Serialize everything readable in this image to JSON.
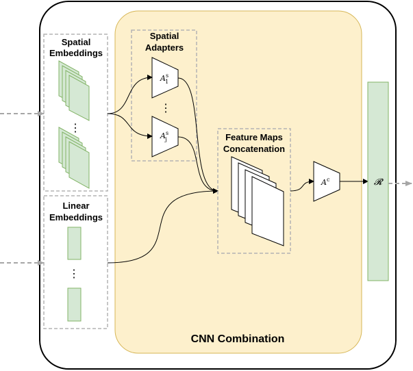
{
  "diagram": {
    "title": "CNN Combination",
    "groups": {
      "spatial_embeddings": {
        "line1": "Spatial",
        "line2": "Embeddings"
      },
      "linear_embeddings": {
        "line1": "Linear",
        "line2": "Embeddings"
      },
      "spatial_adapters": {
        "line1": "Spatial",
        "line2": "Adapters"
      },
      "feature_maps": {
        "line1": "Feature Maps",
        "line2": "Concatenation"
      }
    },
    "adapters": [
      {
        "base": "A",
        "sup": "s",
        "sub": "1"
      },
      {
        "base": "A",
        "sup": "s",
        "sub": "j"
      }
    ],
    "combiner": {
      "base": "A",
      "sup": "c"
    },
    "output": {
      "symbol": "𝓡"
    },
    "ellipsis": "⋮",
    "colors": {
      "outer_border": "#000000",
      "cnn_fill": "#fdf0cc",
      "cnn_border": "#d6b656",
      "embedding_fill": "#d5e8d4",
      "embedding_border": "#82b366",
      "dashed_border": "#b3b3b3",
      "input_arrow": "#a6a6a6"
    }
  }
}
